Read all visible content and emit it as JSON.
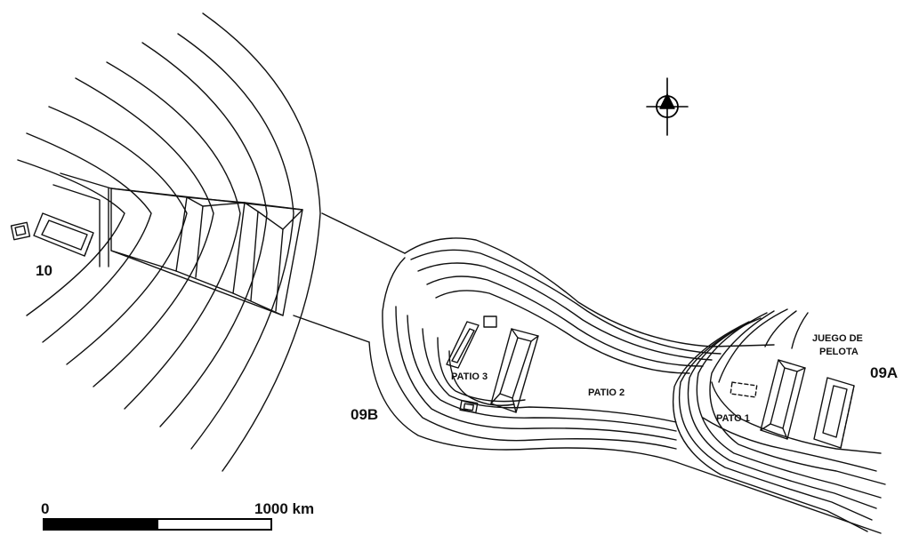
{
  "map": {
    "labels": {
      "site_10": "10",
      "site_09b": "09B",
      "site_09a": "09A",
      "patio_3": "PATIO 3",
      "patio_2": "PATIO 2",
      "pato_1": "PATO 1",
      "juego_line1": "JUEGO DE",
      "juego_line2": "PELOTA"
    },
    "scale_bar": {
      "start_label": "0",
      "end_label": "1000 km",
      "left_fill": "#000000",
      "right_fill": "#ffffff"
    },
    "north_arrow_icon": "compass-north-icon",
    "line_color": "#111111"
  }
}
